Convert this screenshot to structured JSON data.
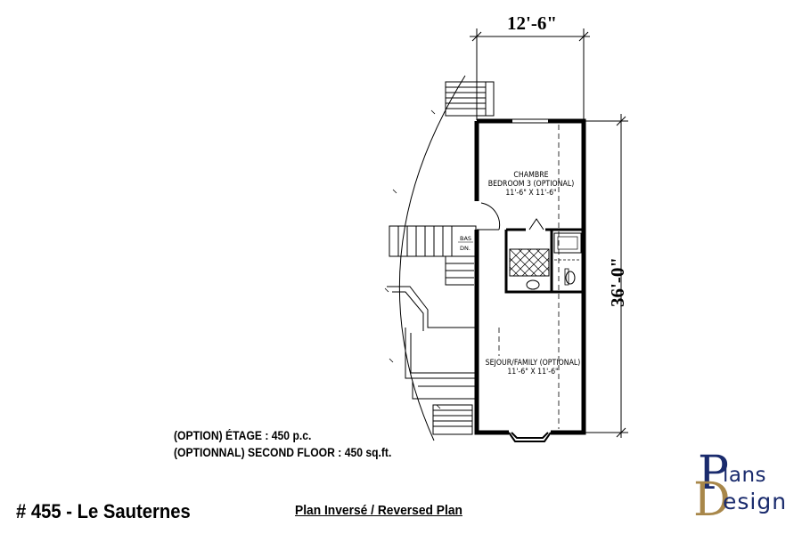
{
  "dimensions": {
    "width": "12'-6\"",
    "depth": "36'-0\""
  },
  "rooms": {
    "bedroom": {
      "name": "CHAMBRE",
      "name_en": "BEDROOM 3 (OPTIONAL)",
      "size": "11'-6\" X 11'-6\""
    },
    "family": {
      "name": "SEJOUR/FAMILY (OPTIONAL)",
      "size": "11'-6\" X 11'-6\""
    }
  },
  "stairs": {
    "label_fr": "BAS",
    "label_en": "DN."
  },
  "area": {
    "fr": "(OPTION) ÉTAGE : 450 p.c.",
    "en": "(OPTIONNAL) SECOND FLOOR : 450 sq.ft."
  },
  "plan_number": "# 455 - Le Sauternes",
  "plan_type": "Plan Inversé / Reversed Plan",
  "logo": {
    "initial_top": "P",
    "top": "lans",
    "initial_bottom": "D",
    "bottom": "esign"
  },
  "colors": {
    "logo_blue": "#1a2b6d",
    "logo_gold": "#a8874a",
    "wall": "#000000"
  }
}
